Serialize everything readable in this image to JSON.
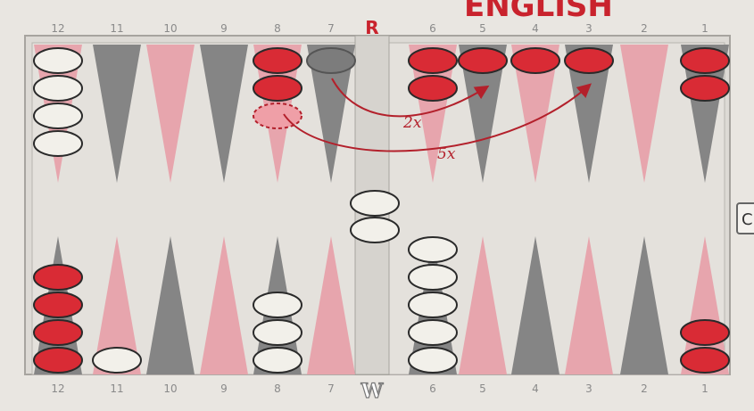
{
  "banner_text": "ENGLISH",
  "bar_labels": {
    "top": "R",
    "bottom": "W"
  },
  "top_point_numbers": [
    "12",
    "11",
    "10",
    "9",
    "8",
    "7",
    "6",
    "5",
    "4",
    "3",
    "2",
    "1"
  ],
  "bottom_point_numbers": [
    "12",
    "11",
    "10",
    "9",
    "8",
    "7",
    "6",
    "5",
    "4",
    "3",
    "2",
    "1"
  ],
  "move_labels": [
    "2x",
    "5x"
  ],
  "edge_glyph": "C",
  "colors": {
    "red_checker": "#d92b35",
    "white_checker": "#f2f0ea",
    "gray_point": "#858585",
    "pink_point": "#e7a5ad",
    "ghost_checker": "#ef9fa7",
    "arrow": "#b3202b",
    "board": "#dddad5"
  },
  "checkers": {
    "top": [
      {
        "point": "12",
        "color": "white",
        "count": 4
      },
      {
        "point": "8",
        "color": "red",
        "count": 2
      },
      {
        "point": "8",
        "color": "ghost",
        "count": 1
      },
      {
        "point": "7",
        "color": "gray",
        "count": 1
      },
      {
        "point": "6",
        "color": "red",
        "count": 2
      },
      {
        "point": "5",
        "color": "red",
        "count": 1
      },
      {
        "point": "4",
        "color": "red",
        "count": 1
      },
      {
        "point": "3",
        "color": "red",
        "count": 1
      },
      {
        "point": "1",
        "color": "red",
        "count": 2
      }
    ],
    "bottom": [
      {
        "point": "12",
        "color": "red",
        "count": 4
      },
      {
        "point": "11",
        "color": "white",
        "count": 1
      },
      {
        "point": "8",
        "color": "white",
        "count": 3
      },
      {
        "point": "6",
        "color": "white",
        "count": 5
      },
      {
        "point": "1",
        "color": "red",
        "count": 2
      }
    ],
    "bar": {
      "color": "white",
      "count": 2
    }
  }
}
